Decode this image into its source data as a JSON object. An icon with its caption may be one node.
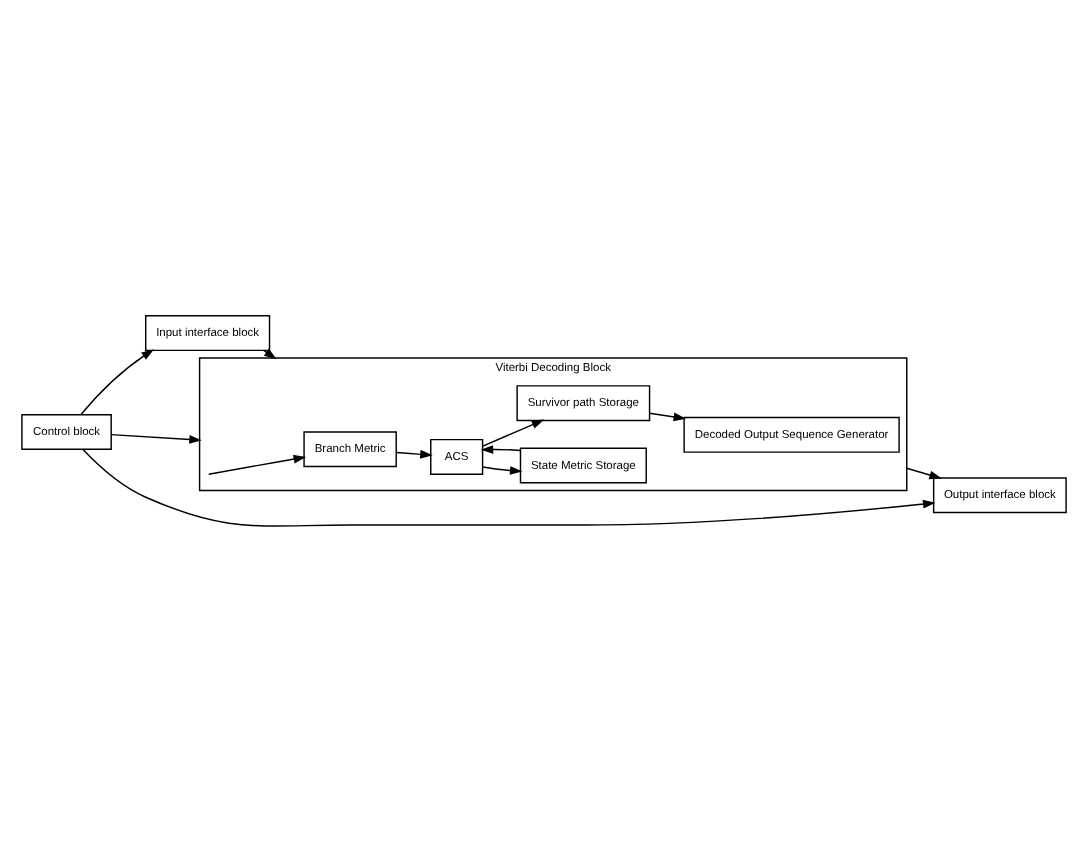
{
  "diagram": {
    "nodes": [
      {
        "text": [
          "Input interface block"
        ]
      },
      {
        "text": [
          "Viterbi Decoding Block"
        ]
      },
      {
        "text": [
          "Branch Metric"
        ],
        "in": 1
      },
      {
        "text": [
          "ACS"
        ],
        "in": 1
      },
      {
        "text": [
          "State Metric Storage"
        ],
        "in": 1
      },
      {
        "text": [
          "Survivor path Storage"
        ],
        "in": 1
      },
      {
        "text": [
          "Decoded Output Sequence Generator"
        ],
        "in": 1
      },
      {
        "text": [
          "Output interface block"
        ]
      },
      {
        "text": [
          "Control block"
        ]
      }
    ],
    "edges": [
      {
        "from": 0,
        "to": 1,
        "arrow": "to"
      },
      {
        "from": 1,
        "to": 2,
        "arrow": "to"
      },
      {
        "from": 2,
        "to": 3,
        "arrow": "to"
      },
      {
        "from": 3,
        "to": 4,
        "arrow": "to"
      },
      {
        "from": 4,
        "to": 3,
        "arrow": "to"
      },
      {
        "from": 3,
        "to": 5,
        "arrow": "to"
      },
      {
        "from": 5,
        "to": 6,
        "arrow": "to"
      },
      {
        "from": 1,
        "to": 7,
        "arrow": "to"
      },
      {
        "from": 8,
        "to": 0,
        "arrow": "to"
      },
      {
        "from": 8,
        "to": 1,
        "arrow": "to"
      },
      {
        "from": 8,
        "to": 7,
        "arrow": "to"
      }
    ]
  }
}
